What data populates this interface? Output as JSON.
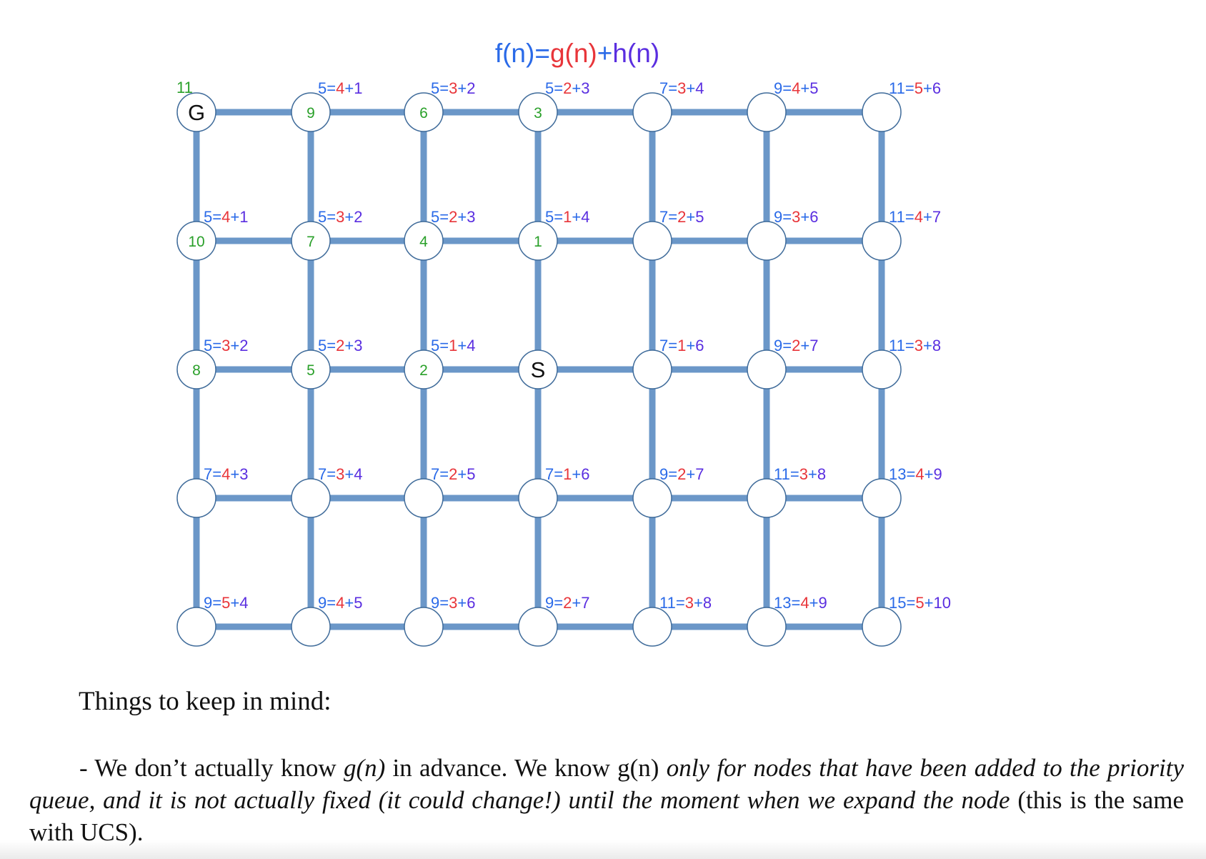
{
  "formula": {
    "f": "f(n)",
    "eq1": "=",
    "g": "g(n)",
    "plus": "+",
    "h": "h(n)"
  },
  "colors": {
    "f": "#2a6ae8",
    "g": "#e8353a",
    "h": "#5a2ee0",
    "order": "#2aa02a",
    "edge": "#6b97c8",
    "node_border": "#3f6b9a",
    "text": "#111111"
  },
  "corner_label": "11",
  "nodes": [
    [
      {
        "label": "G",
        "kind": "goal"
      },
      {
        "label": "9",
        "kind": "order"
      },
      {
        "label": "6",
        "kind": "order"
      },
      {
        "label": "3",
        "kind": "order"
      },
      {
        "label": "",
        "kind": "empty"
      },
      {
        "label": "",
        "kind": "empty"
      },
      {
        "label": "",
        "kind": "empty"
      }
    ],
    [
      {
        "label": "10",
        "kind": "order"
      },
      {
        "label": "7",
        "kind": "order"
      },
      {
        "label": "4",
        "kind": "order"
      },
      {
        "label": "1",
        "kind": "order"
      },
      {
        "label": "",
        "kind": "empty"
      },
      {
        "label": "",
        "kind": "empty"
      },
      {
        "label": "",
        "kind": "empty"
      }
    ],
    [
      {
        "label": "8",
        "kind": "order"
      },
      {
        "label": "5",
        "kind": "order"
      },
      {
        "label": "2",
        "kind": "order"
      },
      {
        "label": "S",
        "kind": "start"
      },
      {
        "label": "",
        "kind": "empty"
      },
      {
        "label": "",
        "kind": "empty"
      },
      {
        "label": "",
        "kind": "empty"
      }
    ],
    [
      {
        "label": "",
        "kind": "empty"
      },
      {
        "label": "",
        "kind": "empty"
      },
      {
        "label": "",
        "kind": "empty"
      },
      {
        "label": "",
        "kind": "empty"
      },
      {
        "label": "",
        "kind": "empty"
      },
      {
        "label": "",
        "kind": "empty"
      },
      {
        "label": "",
        "kind": "empty"
      }
    ],
    [
      {
        "label": "",
        "kind": "empty"
      },
      {
        "label": "",
        "kind": "empty"
      },
      {
        "label": "",
        "kind": "empty"
      },
      {
        "label": "",
        "kind": "empty"
      },
      {
        "label": "",
        "kind": "empty"
      },
      {
        "label": "",
        "kind": "empty"
      },
      {
        "label": "",
        "kind": "empty"
      }
    ]
  ],
  "cost_labels": [
    [
      null,
      {
        "f": "5",
        "g": "4",
        "h": "1"
      },
      {
        "f": "5",
        "g": "3",
        "h": "2"
      },
      {
        "f": "5",
        "g": "2",
        "h": "3"
      },
      {
        "f": "7",
        "g": "3",
        "h": "4"
      },
      {
        "f": "9",
        "g": "4",
        "h": "5"
      },
      {
        "f": "11",
        "g": "5",
        "h": "6"
      }
    ],
    [
      {
        "f": "5",
        "g": "4",
        "h": "1"
      },
      {
        "f": "5",
        "g": "3",
        "h": "2"
      },
      {
        "f": "5",
        "g": "2",
        "h": "3"
      },
      {
        "f": "5",
        "g": "1",
        "h": "4"
      },
      {
        "f": "7",
        "g": "2",
        "h": "5"
      },
      {
        "f": "9",
        "g": "3",
        "h": "6"
      },
      {
        "f": "11",
        "g": "4",
        "h": "7"
      }
    ],
    [
      {
        "f": "5",
        "g": "3",
        "h": "2"
      },
      {
        "f": "5",
        "g": "2",
        "h": "3"
      },
      {
        "f": "5",
        "g": "1",
        "h": "4"
      },
      null,
      {
        "f": "7",
        "g": "1",
        "h": "6"
      },
      {
        "f": "9",
        "g": "2",
        "h": "7"
      },
      {
        "f": "11",
        "g": "3",
        "h": "8"
      }
    ],
    [
      {
        "f": "7",
        "g": "4",
        "h": "3"
      },
      {
        "f": "7",
        "g": "3",
        "h": "4"
      },
      {
        "f": "7",
        "g": "2",
        "h": "5"
      },
      {
        "f": "7",
        "g": "1",
        "h": "6"
      },
      {
        "f": "9",
        "g": "2",
        "h": "7"
      },
      {
        "f": "11",
        "g": "3",
        "h": "8"
      },
      {
        "f": "13",
        "g": "4",
        "h": "9"
      }
    ],
    [
      {
        "f": "9",
        "g": "5",
        "h": "4"
      },
      {
        "f": "9",
        "g": "4",
        "h": "5"
      },
      {
        "f": "9",
        "g": "3",
        "h": "6"
      },
      {
        "f": "9",
        "g": "2",
        "h": "7"
      },
      {
        "f": "11",
        "g": "3",
        "h": "8"
      },
      {
        "f": "13",
        "g": "4",
        "h": "9"
      },
      {
        "f": "15",
        "g": "5",
        "h": "10"
      }
    ]
  ],
  "notes": {
    "heading": "Things to keep in mind:",
    "p1": "- We don’t actually know ",
    "p2": "g(n)",
    "p3": " in advance. We know g(n) ",
    "p4": "only for nodes that have been added to the priority queue, and it is not actually fixed (it could change!) until the moment when we expand the node",
    "p5": " (this is the same with UCS)."
  }
}
